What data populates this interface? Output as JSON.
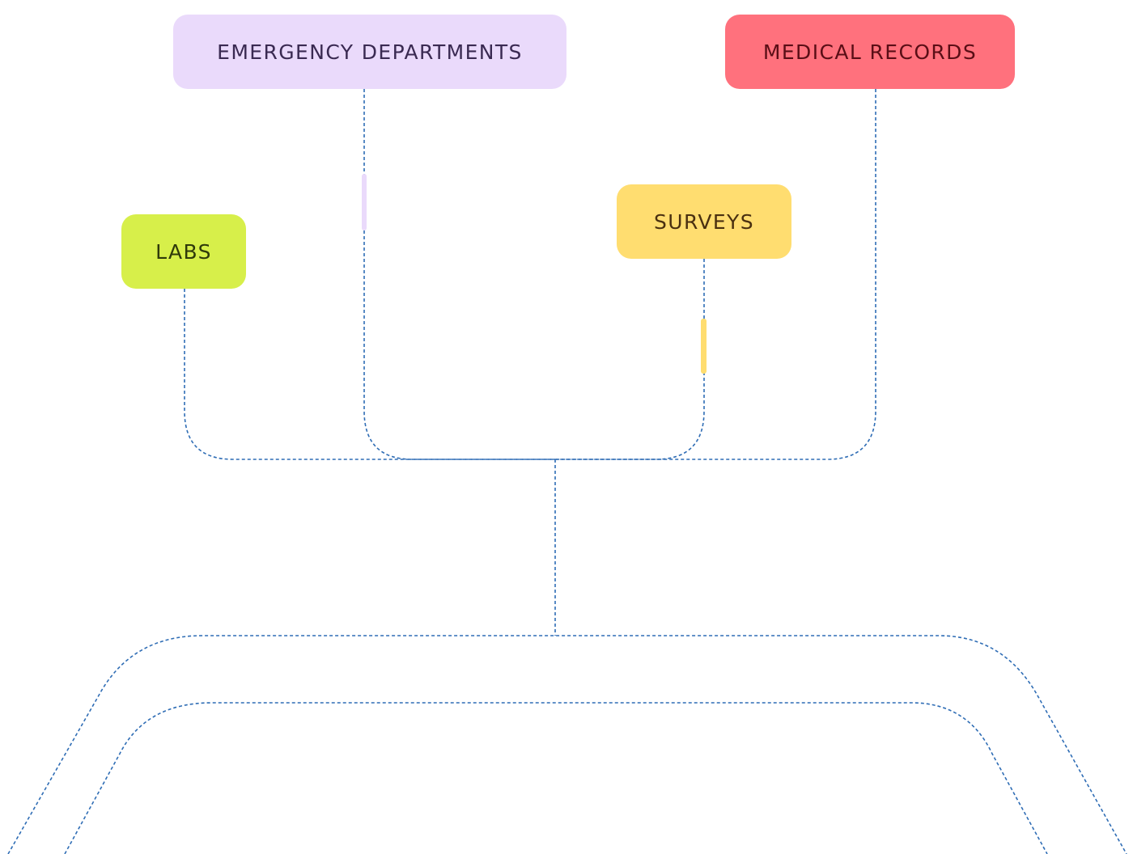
{
  "nodes": {
    "emergency": {
      "label": "EMERGENCY DEPARTMENTS",
      "bg": "#EADAFB",
      "fg": "#3A2A52"
    },
    "medical": {
      "label": "MEDICAL RECORDS",
      "bg": "#FF717D",
      "fg": "#5A0E16"
    },
    "surveys": {
      "label": "SURVEYS",
      "bg": "#FFDD70",
      "fg": "#4A3010"
    },
    "labs": {
      "label": "LABS",
      "bg": "#D7EF4A",
      "fg": "#2F3A0A"
    }
  },
  "colors": {
    "connector": "#2F6DB5",
    "emergency_flow": "#EADAFB",
    "surveys_flow": "#FFDD70"
  }
}
